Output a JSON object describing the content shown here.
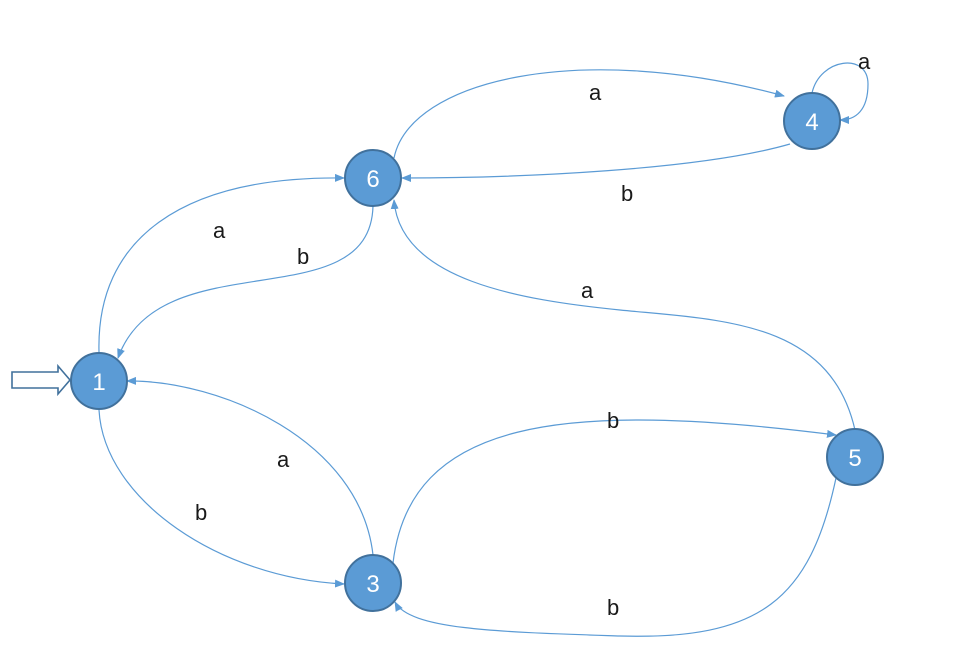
{
  "colors": {
    "node_fill": "#5b9bd5",
    "node_stroke": "#41719c",
    "edge": "#5b9bd5",
    "label_text": "#1a1a1a",
    "node_text": "#ffffff"
  },
  "start_state": "1",
  "nodes": [
    {
      "id": "n1",
      "label": "1"
    },
    {
      "id": "n3",
      "label": "3"
    },
    {
      "id": "n4",
      "label": "4"
    },
    {
      "id": "n5",
      "label": "5"
    },
    {
      "id": "n6",
      "label": "6"
    }
  ],
  "edges": [
    {
      "from": "1",
      "to": "6",
      "label": "a"
    },
    {
      "from": "6",
      "to": "1",
      "label": "b"
    },
    {
      "from": "1",
      "to": "3",
      "label": "b"
    },
    {
      "from": "3",
      "to": "1",
      "label": "a"
    },
    {
      "from": "6",
      "to": "4",
      "label": "a"
    },
    {
      "from": "4",
      "to": "6",
      "label": "b"
    },
    {
      "from": "4",
      "to": "4",
      "label": "a"
    },
    {
      "from": "5",
      "to": "6",
      "label": "a"
    },
    {
      "from": "3",
      "to": "5",
      "label": "b"
    },
    {
      "from": "5",
      "to": "3",
      "label": "b"
    }
  ]
}
